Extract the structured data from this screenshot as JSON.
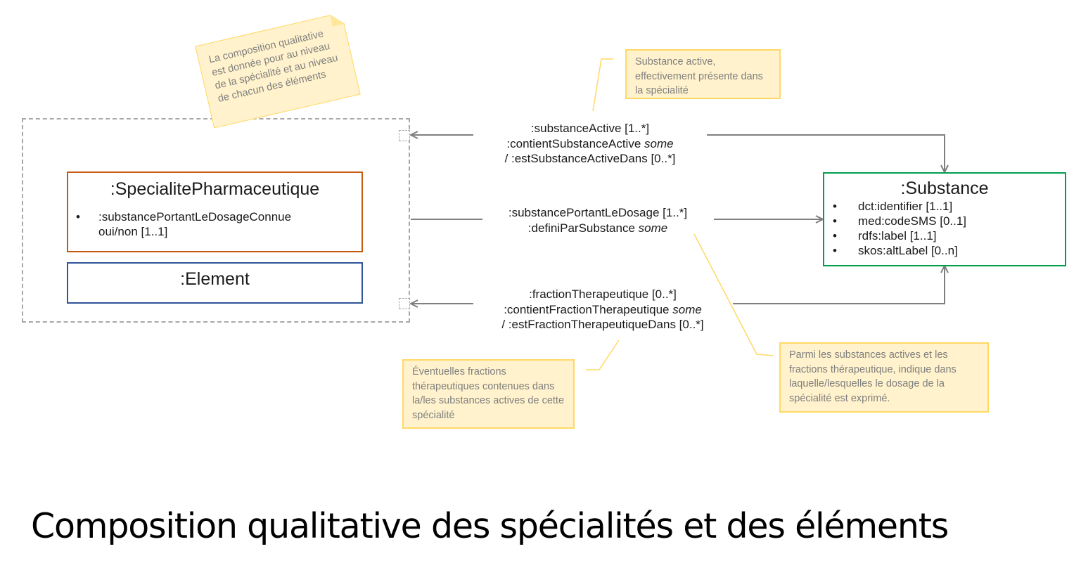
{
  "slide": {
    "title": "Composition qualitative des spécialités et des éléments"
  },
  "classes": {
    "specialite": {
      "name": ":SpecialitePharmaceutique",
      "properties": [
        ":substancePortantLeDosageConnue oui/non [1..1]"
      ]
    },
    "element": {
      "name": ":Element"
    },
    "substance": {
      "name": ":Substance",
      "properties": [
        "dct:identifier [1..1]",
        "med:codeSMS [0..1]",
        "rdfs:label [1..1]",
        "skos:altLabel [0..n]"
      ]
    }
  },
  "relations": {
    "substance_active": {
      "line1": ":substanceActive [1..*]",
      "line2": ":contientSubstanceActive",
      "line2_italic": "some",
      "line3": "/ :estSubstanceActiveDans [0..*]"
    },
    "dosage": {
      "line1": ":substancePortantLeDosage [1..*]",
      "line2": ":definiParSubstance",
      "line2_italic": "some"
    },
    "fraction": {
      "line1": ":fractionTherapeutique [0..*]",
      "line2": ":contientFractionTherapeutique",
      "line2_italic": "some",
      "line3": "/ :estFractionTherapeutiqueDans [0..*]"
    }
  },
  "notes": {
    "composition": "La composition qualitative est donnée pour au niveau de la spécialité et au niveau de chacun des éléments",
    "substance_active": "Substance active, effectivement présente dans la spécialité",
    "fractions": "Éventuelles fractions thérapeutiques contenues dans la/les substances actives de cette spécialité",
    "dosage": "Parmi les substances actives et les fractions thérapeutique, indique dans laquelle/lesquelles le dosage de la spécialité est exprimé."
  },
  "colors": {
    "specialite_border": "#c55a11",
    "element_border": "#2f5597",
    "substance_border": "#00a04a",
    "note_fill": "#fff2cc",
    "note_border": "#ffd966",
    "connector": "#7f7f7f"
  }
}
